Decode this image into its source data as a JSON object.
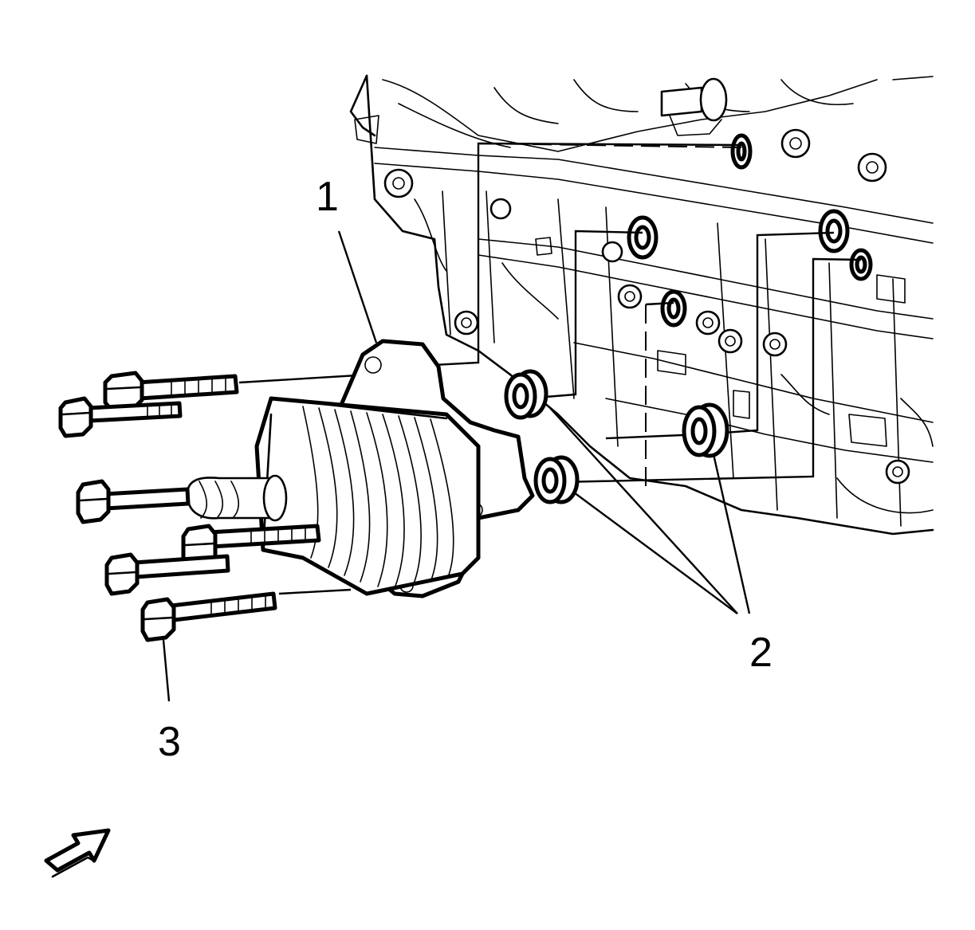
{
  "callouts": [
    {
      "id": "oil-cooler",
      "label": "1"
    },
    {
      "id": "seals",
      "label": "2"
    },
    {
      "id": "bolts",
      "label": "3"
    }
  ],
  "colors": {
    "line": "#000000",
    "background": "#ffffff"
  },
  "icons": {
    "view_direction": "view-direction-arrow-icon"
  }
}
